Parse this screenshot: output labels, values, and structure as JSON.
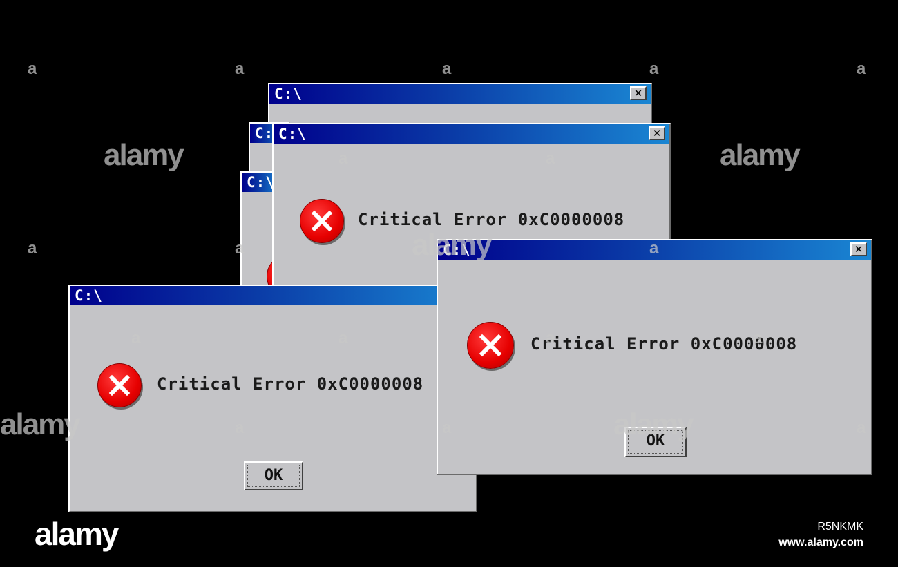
{
  "dialog": {
    "title": "C:\\",
    "close_glyph": "✕",
    "message": "Critical Error 0xC0000008",
    "ok_label": "OK",
    "icon": "error-x-icon"
  },
  "colors": {
    "background": "#000000",
    "window_face": "#c4c4c7",
    "titlebar_start": "#00008c",
    "titlebar_end": "#1a86d3",
    "error_red": "#e60000"
  },
  "watermark": {
    "word": "alamy",
    "letter": "a",
    "stock_id": "R5NKMK",
    "site": "www.alamy.com"
  }
}
